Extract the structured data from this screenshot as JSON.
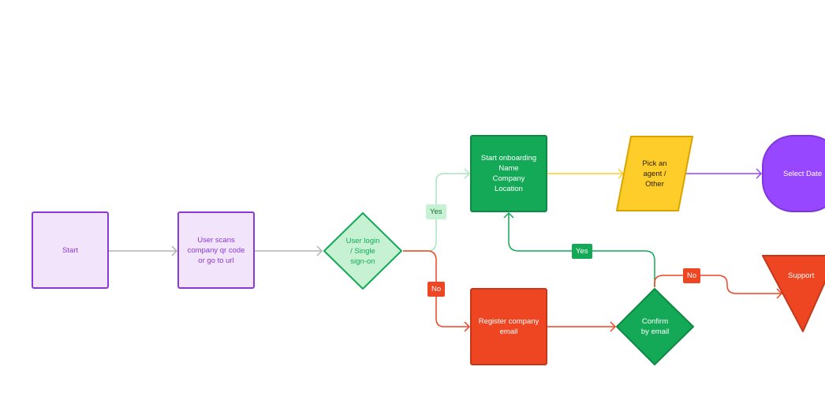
{
  "nodes": {
    "start": "Start",
    "scan": "User scans\ncompany qr code\nor go to url",
    "login": "User login\n/ Single\nsign-on",
    "onboard": "Start onboarding\nName\nCompany\nLocation",
    "register": "Register company\nemail",
    "agent": "Pick an\nagent /\nOther",
    "confirm": "Confirm\nby email",
    "select_date": "Select Date",
    "support": "Support"
  },
  "edge_labels": {
    "login_yes": "Yes",
    "login_no": "No",
    "confirm_yes": "Yes",
    "confirm_no": "No"
  },
  "colors": {
    "purple": "#8a39d8",
    "purple_fill": "#f1e4fb",
    "green": "#14a957",
    "green_light": "#c6f2d3",
    "red": "#ee4522",
    "yellow": "#ffcd29",
    "violet": "#9747ff",
    "gray_connector": "#b3b3b3"
  }
}
